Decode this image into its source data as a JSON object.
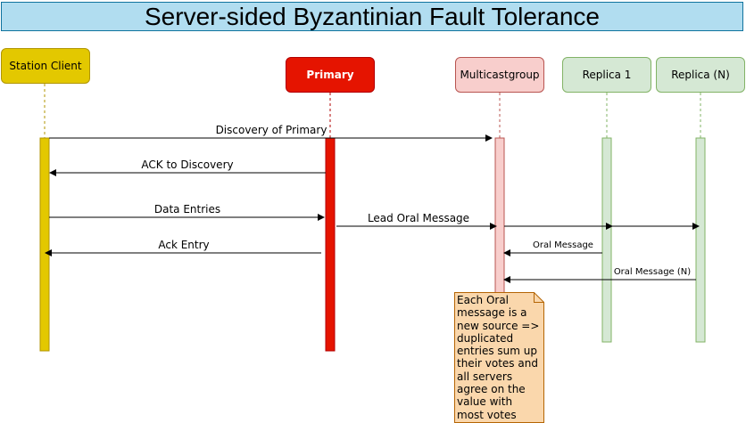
{
  "title": "Server-sided Byzantinian Fault Tolerance",
  "actors": {
    "client": "Station Client",
    "primary": "Primary",
    "multicast": "Multicastgroup",
    "replica1": "Replica 1",
    "replicaN": "Replica (N)"
  },
  "messages": {
    "discovery": "Discovery of Primary",
    "ack_discovery": "ACK to Discovery",
    "data_entries": "Data Entries",
    "lead_oral": "Lead Oral Message",
    "ack_entry": "Ack Entry",
    "oral": "Oral Message",
    "oral_n": "Oral Message (N)"
  },
  "note": "Each Oral message is a new source => duplicated entries sum up their votes and all servers agree on the value with most votes",
  "colors": {
    "client_fill": "#e3c800",
    "client_stroke": "#b09500",
    "primary_fill": "#e51400",
    "primary_stroke": "#b20000",
    "multicast_fill": "#f8cecc",
    "multicast_stroke": "#b85450",
    "replica_fill": "#d5e8d4",
    "replica_stroke": "#82b366",
    "note_fill": "#fad7ac",
    "note_stroke": "#b46504",
    "title_fill": "#b1ddf0"
  }
}
